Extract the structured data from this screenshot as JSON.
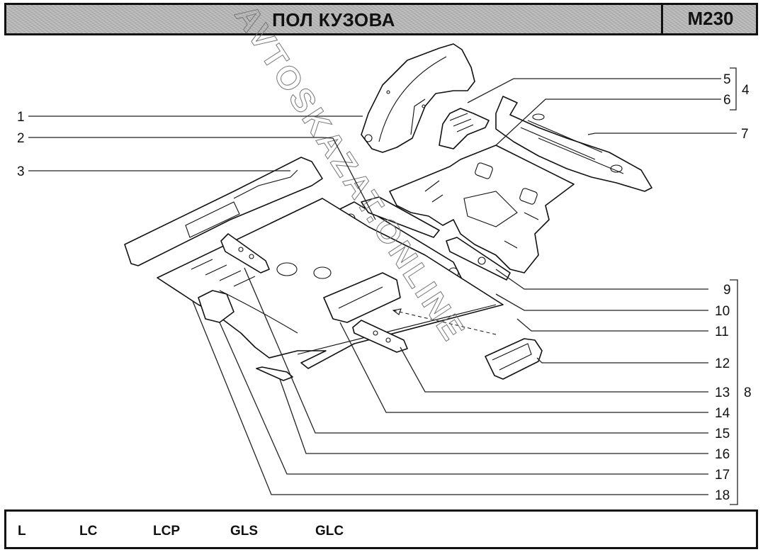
{
  "header": {
    "title": "ПОЛ КУЗОВА",
    "code": "M230"
  },
  "callouts": {
    "left": [
      {
        "number": "1",
        "part": "part-1"
      },
      {
        "number": "2",
        "part": "part-2"
      },
      {
        "number": "3",
        "part": "part-3"
      }
    ],
    "right": [
      {
        "number": "5"
      },
      {
        "number": "6"
      },
      {
        "number": "7"
      },
      {
        "number": "9"
      },
      {
        "number": "10"
      },
      {
        "number": "11"
      },
      {
        "number": "12"
      },
      {
        "number": "13"
      },
      {
        "number": "14"
      },
      {
        "number": "15"
      },
      {
        "number": "16"
      },
      {
        "number": "17"
      },
      {
        "number": "18"
      }
    ],
    "groups": [
      {
        "number": "4",
        "members": [
          "5",
          "6"
        ]
      },
      {
        "number": "8",
        "members": [
          "9",
          "10",
          "11",
          "12",
          "13",
          "14",
          "15",
          "16",
          "17",
          "18"
        ]
      }
    ]
  },
  "footer": {
    "variants": [
      "L",
      "LC",
      "LCP",
      "GLS",
      "GLC"
    ]
  },
  "watermark": "AVTOSKAZAT.ONLINE",
  "colors": {
    "header_bg": "#b9b9b9",
    "line": "#111111",
    "background": "#ffffff"
  }
}
